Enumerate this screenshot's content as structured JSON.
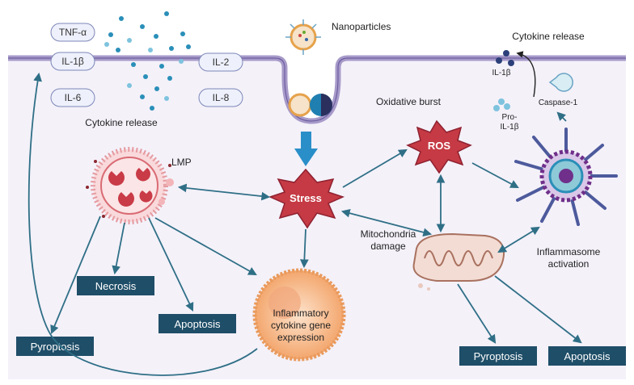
{
  "cytokines_out": [
    "TNF-α",
    "IL-1β",
    "IL-6",
    "IL-2",
    "IL-8"
  ],
  "cytokine_release_left": "Cytokine release",
  "nanoparticles": "Nanoparticles",
  "cytokine_release_right": "Cytokine release",
  "il1b_label": "IL-1β",
  "caspase": "Caspase-1",
  "pro_il1b": [
    "Pro-",
    "IL-1β"
  ],
  "oxidative_burst": "Oxidative burst",
  "ros": "ROS",
  "stress": "Stress",
  "lmp": "LMP",
  "mito_damage": [
    "Mitochondria",
    "damage"
  ],
  "inflammasome": [
    "Inflammasome",
    "activation"
  ],
  "nucleus_text": [
    "Inflammatory",
    "cytokine gene",
    "expression"
  ],
  "outcomes": {
    "necrosis": "Necrosis",
    "apoptosis_left": "Apoptosis",
    "pyroptosis_left": "Pyroptosis",
    "pyroptosis_right": "Pyroptosis",
    "apoptosis_right": "Apoptosis"
  },
  "colors": {
    "membrane": "#a79ac9",
    "cytoplasm": "#f4f1f9",
    "arrow": "#2f6f86",
    "stress_fill": "#c53a44",
    "box_fill": "#1f4e68",
    "nucleus": "#f6b98a",
    "dot": "#2a8fb8"
  }
}
